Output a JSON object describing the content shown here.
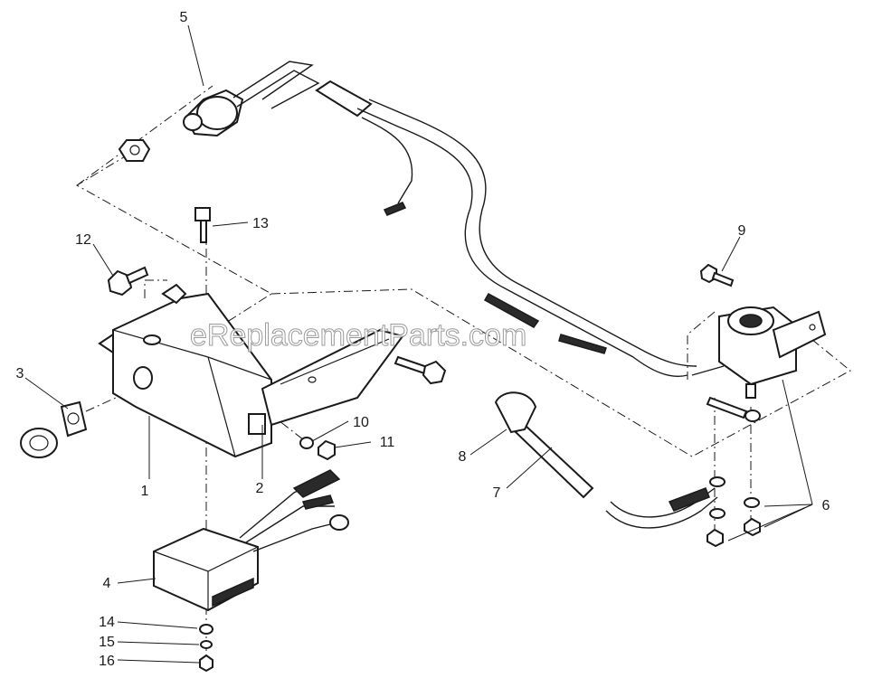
{
  "watermark": "eReplacementParts.com",
  "callouts": [
    {
      "id": "1",
      "label": "1"
    },
    {
      "id": "2",
      "label": "2"
    },
    {
      "id": "3",
      "label": "3"
    },
    {
      "id": "4",
      "label": "4"
    },
    {
      "id": "5",
      "label": "5"
    },
    {
      "id": "6",
      "label": "6"
    },
    {
      "id": "7",
      "label": "7"
    },
    {
      "id": "8",
      "label": "8"
    },
    {
      "id": "9",
      "label": "9"
    },
    {
      "id": "10",
      "label": "10"
    },
    {
      "id": "11",
      "label": "11"
    },
    {
      "id": "12",
      "label": "12"
    },
    {
      "id": "13",
      "label": "13"
    },
    {
      "id": "14",
      "label": "14"
    },
    {
      "id": "15",
      "label": "15"
    },
    {
      "id": "16",
      "label": "16"
    }
  ]
}
